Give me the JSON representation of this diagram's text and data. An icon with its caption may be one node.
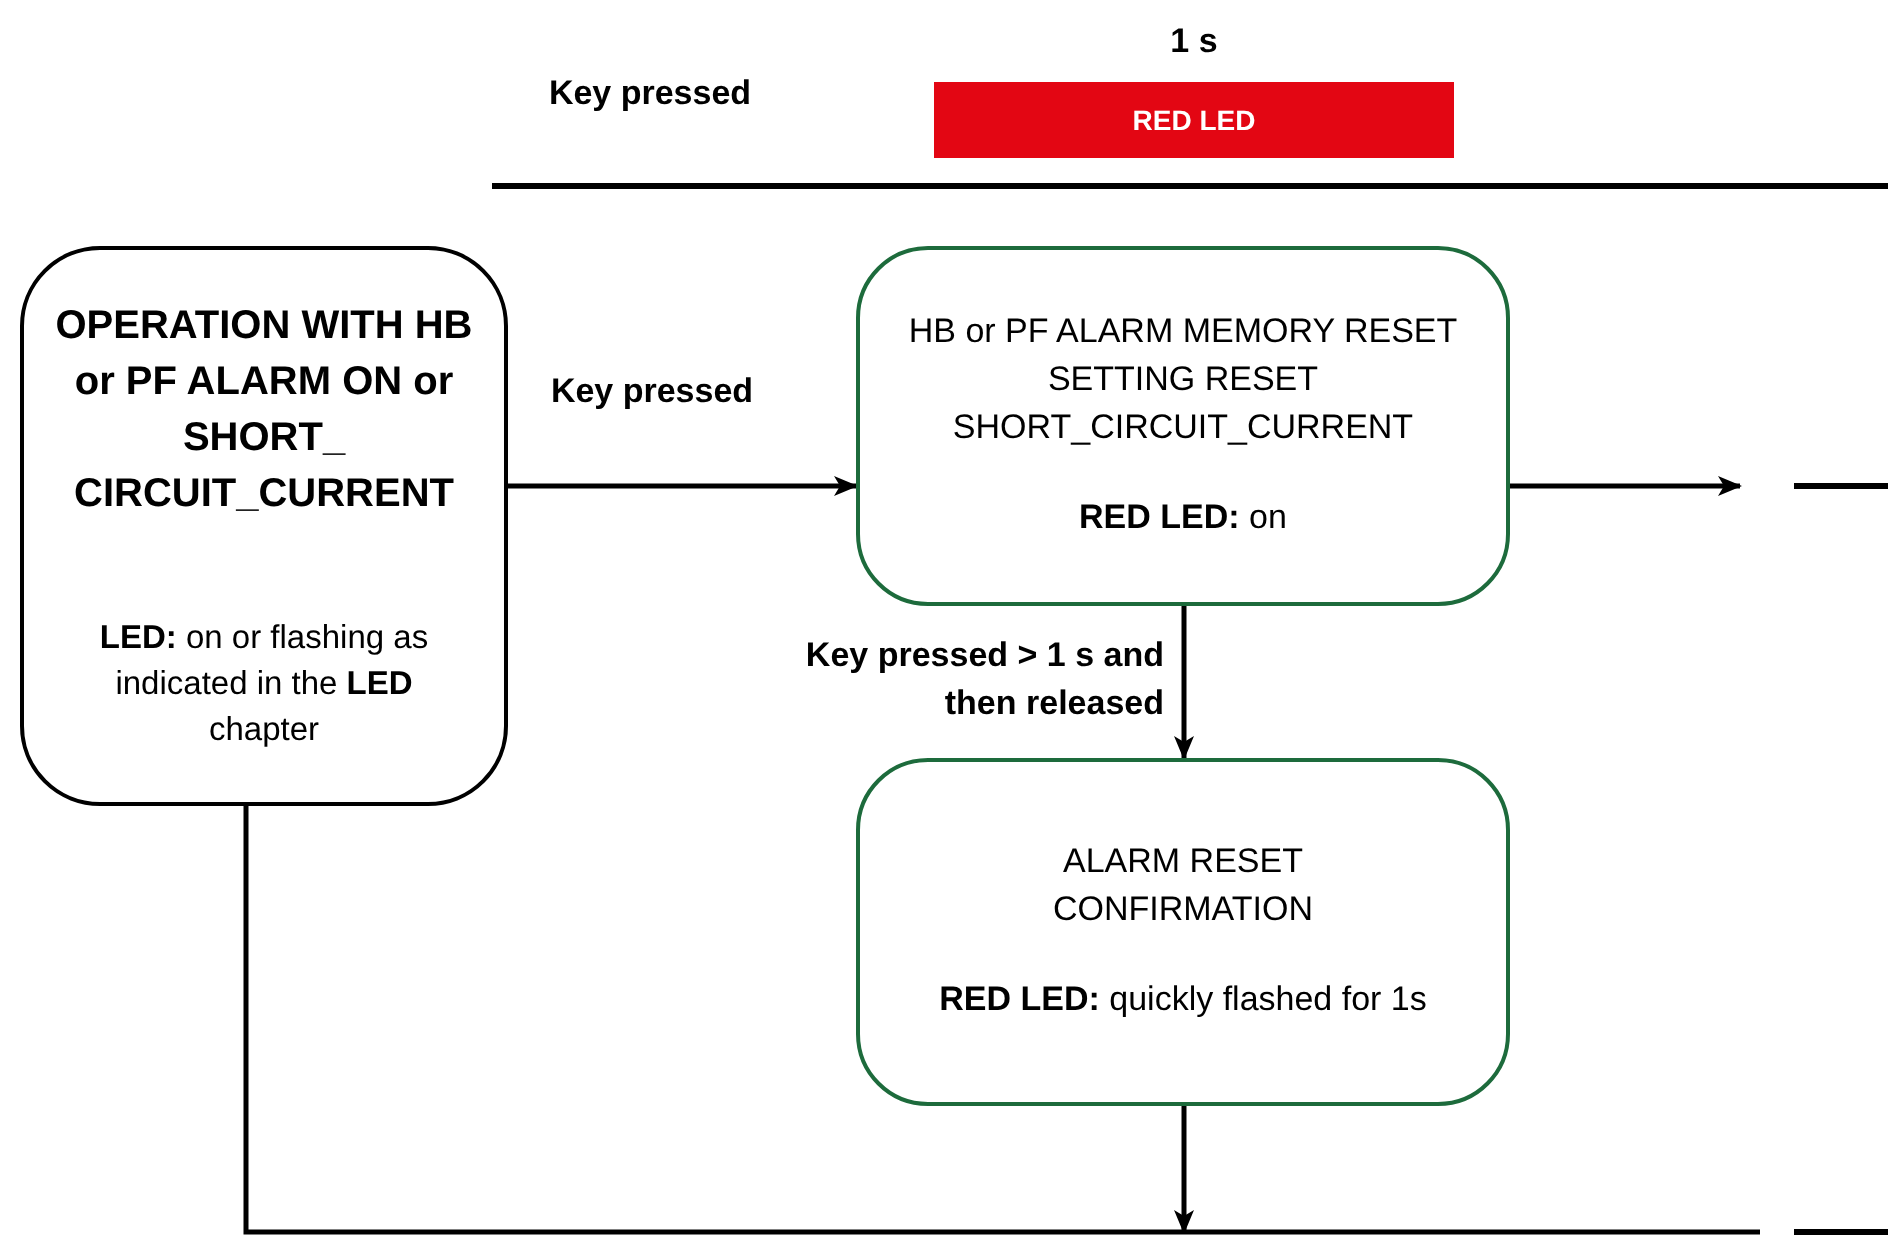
{
  "diagram": {
    "nodes": [
      {
        "text": [
          "RED LED"
        ],
        "beside": [
          "1 s"
        ]
      },
      {
        "text": [
          "OPERATION WITH HB or PF ALARM ON or SHORT_ CIRCUIT_CURRENT",
          "**LED:** on or flashing as indicated in the **LED** chapter"
        ]
      },
      {
        "text": [
          "HB or PF ALARM MEMORY RESET SETTING RESET SHORT_CIRCUIT_CURRENT",
          "**RED LED:** on"
        ]
      },
      {
        "text": [
          "ALARM RESET CONFIRMATION",
          "**RED LED:** quickly flashed for 1s"
        ]
      }
    ],
    "edges": [
      {
        "from": 1,
        "to": 2,
        "arrow": "to",
        "label": "Key pressed"
      },
      {
        "from": 2,
        "to": null,
        "arrow": "to"
      },
      {
        "from": 2,
        "to": 3,
        "arrow": "to",
        "label": "Key pressed > 1 s and then released"
      },
      {
        "from": 3,
        "to": null,
        "arrow": "to"
      },
      {
        "from": 1,
        "to": null,
        "arrow": "none"
      }
    ],
    "labels": [
      "Key pressed"
    ]
  }
}
